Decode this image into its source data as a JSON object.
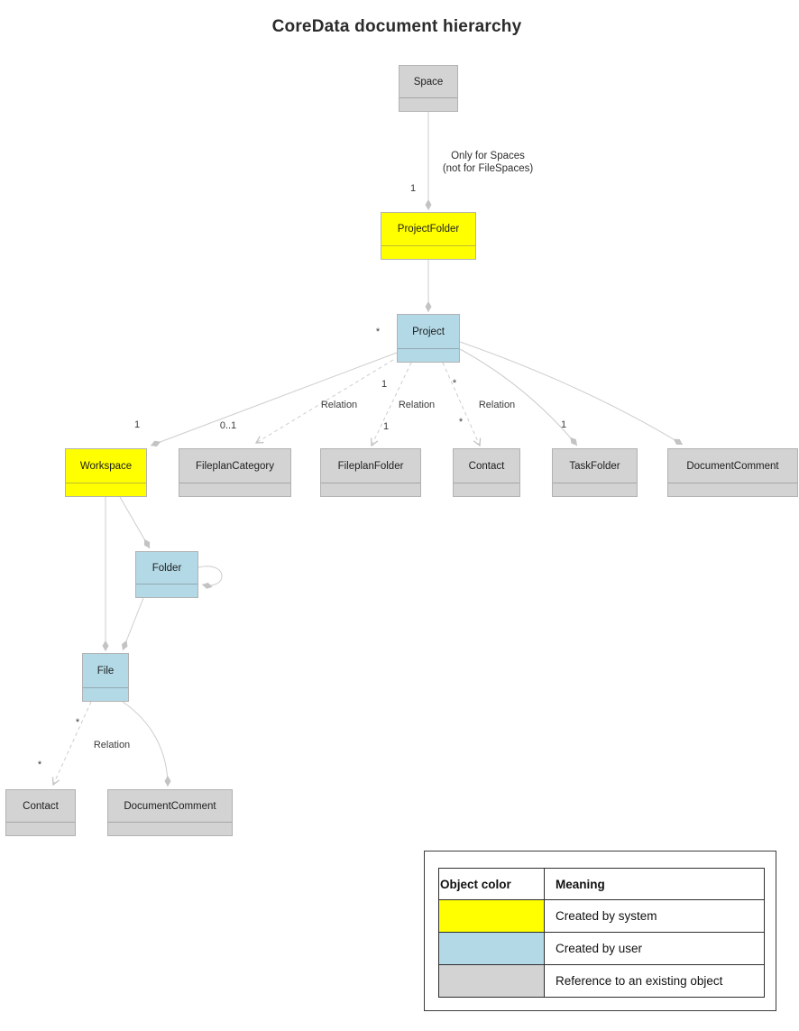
{
  "title": "CoreData document hierarchy",
  "palette": {
    "created_by_system": "#ffff00",
    "created_by_user": "#b3d9e6",
    "reference_object": "#d3d3d3",
    "edge_line": "#cdcdcd",
    "connector_glyph": "#c3c3c3"
  },
  "nodes": {
    "space": {
      "label": "Space"
    },
    "project_folder": {
      "label": "ProjectFolder"
    },
    "project": {
      "label": "Project"
    },
    "workspace": {
      "label": "Workspace"
    },
    "fileplan_category": {
      "label": "FileplanCategory"
    },
    "fileplan_folder": {
      "label": "FileplanFolder"
    },
    "contact_top": {
      "label": "Contact"
    },
    "task_folder": {
      "label": "TaskFolder"
    },
    "document_comment_top": {
      "label": "DocumentComment"
    },
    "folder": {
      "label": "Folder"
    },
    "file": {
      "label": "File"
    },
    "contact_bottom": {
      "label": "Contact"
    },
    "document_comment_bottom": {
      "label": "DocumentComment"
    }
  },
  "note": {
    "line1": "Only for Spaces",
    "line2": "(not for FileSpaces)"
  },
  "edge_labels": {
    "space_projectfolder": {
      "source_mult": "1"
    },
    "project_workspace": {
      "project_mult": "*",
      "workspace_mult": "1"
    },
    "project_fileplancategory": {
      "name": "Relation",
      "target_mult": "0..1"
    },
    "project_fileplanfolder": {
      "name": "Relation",
      "source_mult": "1",
      "target_mult": "1"
    },
    "project_contact": {
      "name": "Relation",
      "source_mult": "*",
      "target_mult": "*"
    },
    "project_taskfolder": {
      "target_mult": "1"
    },
    "file_contact": {
      "name": "Relation",
      "source_mult": "*",
      "target_mult": "*"
    }
  },
  "legend": {
    "headers": {
      "color": "Object color",
      "meaning": "Meaning"
    },
    "rows": [
      {
        "meaning": "Created by system",
        "color": "#ffff00"
      },
      {
        "meaning": "Created by user",
        "color": "#b3d9e6"
      },
      {
        "meaning": "Reference to an existing object",
        "color": "#d3d3d3"
      }
    ]
  }
}
